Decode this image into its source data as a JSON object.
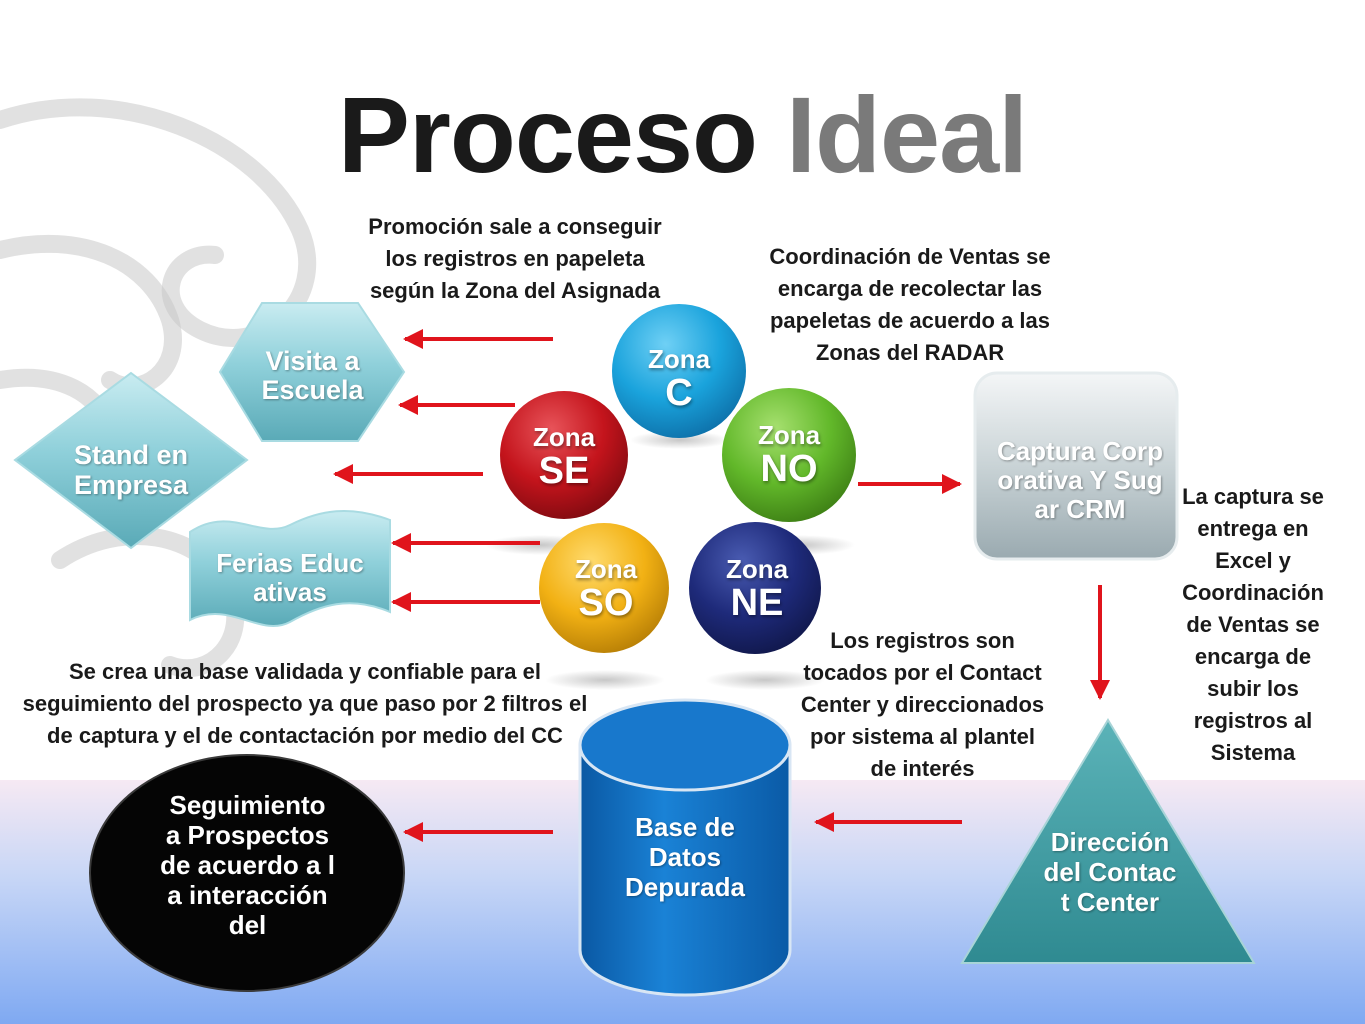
{
  "title": {
    "part1": "Proceso",
    "part2": "Ideal"
  },
  "notes": {
    "promocion": "Promoción sale a conseguir los registros en papeleta según la Zona del Asignada",
    "coordinacion": "Coordinación de Ventas se encarga de recolectar las papeletas de acuerdo a las Zonas del RADAR",
    "captura_excel": "La captura se entrega en Excel y Coordinación de Ventas se encarga de subir los registros al Sistema",
    "registros": "Los registros son tocados por el Contact Center y direccionados por sistema al plantel de interés",
    "base_validada": "Se crea una base validada y confiable para el seguimiento del prospecto ya que paso por 2 filtros el de captura y el de contactación por medio del CC"
  },
  "zones": [
    {
      "id": "c",
      "label": "Zona",
      "code": "C"
    },
    {
      "id": "se",
      "label": "Zona",
      "code": "SE"
    },
    {
      "id": "no",
      "label": "Zona",
      "code": "NO"
    },
    {
      "id": "so",
      "label": "Zona",
      "code": "SO"
    },
    {
      "id": "ne",
      "label": "Zona",
      "code": "NE"
    }
  ],
  "sources": {
    "visita": "Visita a Escuela",
    "stand": "Stand en Empresa",
    "ferias": "Ferias Educativas"
  },
  "captura": "Captura Corporativa Y Sugar CRM",
  "direccion": "Dirección del Contact Center",
  "base_datos": "Base de Datos Depurada",
  "seguimiento": "Seguimiento a Prospectos de acuerdo a la interacción del",
  "colors": {
    "zona_c": "#1aa3dc",
    "zona_se": "#c4141c",
    "zona_no": "#62b82a",
    "zona_so": "#f2b114",
    "zona_ne": "#1e2a7a",
    "arrow": "#e0141c",
    "teal": "#7fc4cf",
    "triangle": "#3e9aa0",
    "cylinder": "#1170c4"
  }
}
